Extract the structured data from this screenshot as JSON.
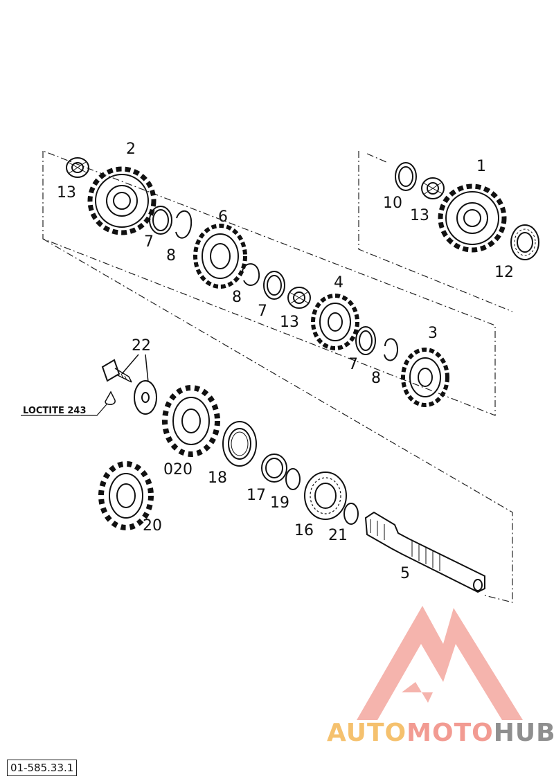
{
  "diagram": {
    "callouts": [
      "1",
      "2",
      "3",
      "4",
      "5",
      "6",
      "7",
      "7",
      "7",
      "8",
      "8",
      "8",
      "10",
      "12",
      "13",
      "13",
      "13",
      "16",
      "17",
      "18",
      "19",
      "20",
      "020",
      "21",
      "22"
    ],
    "note": "LOCTITE 243",
    "reference_number": "01-585.33.1"
  },
  "watermark": {
    "part1": "AUTO",
    "part2": "MOTO",
    "part3": "HUB",
    "colors": {
      "orange": "#f5c16e",
      "salmon": "#f29b92",
      "gray": "#8f8f8f"
    }
  }
}
